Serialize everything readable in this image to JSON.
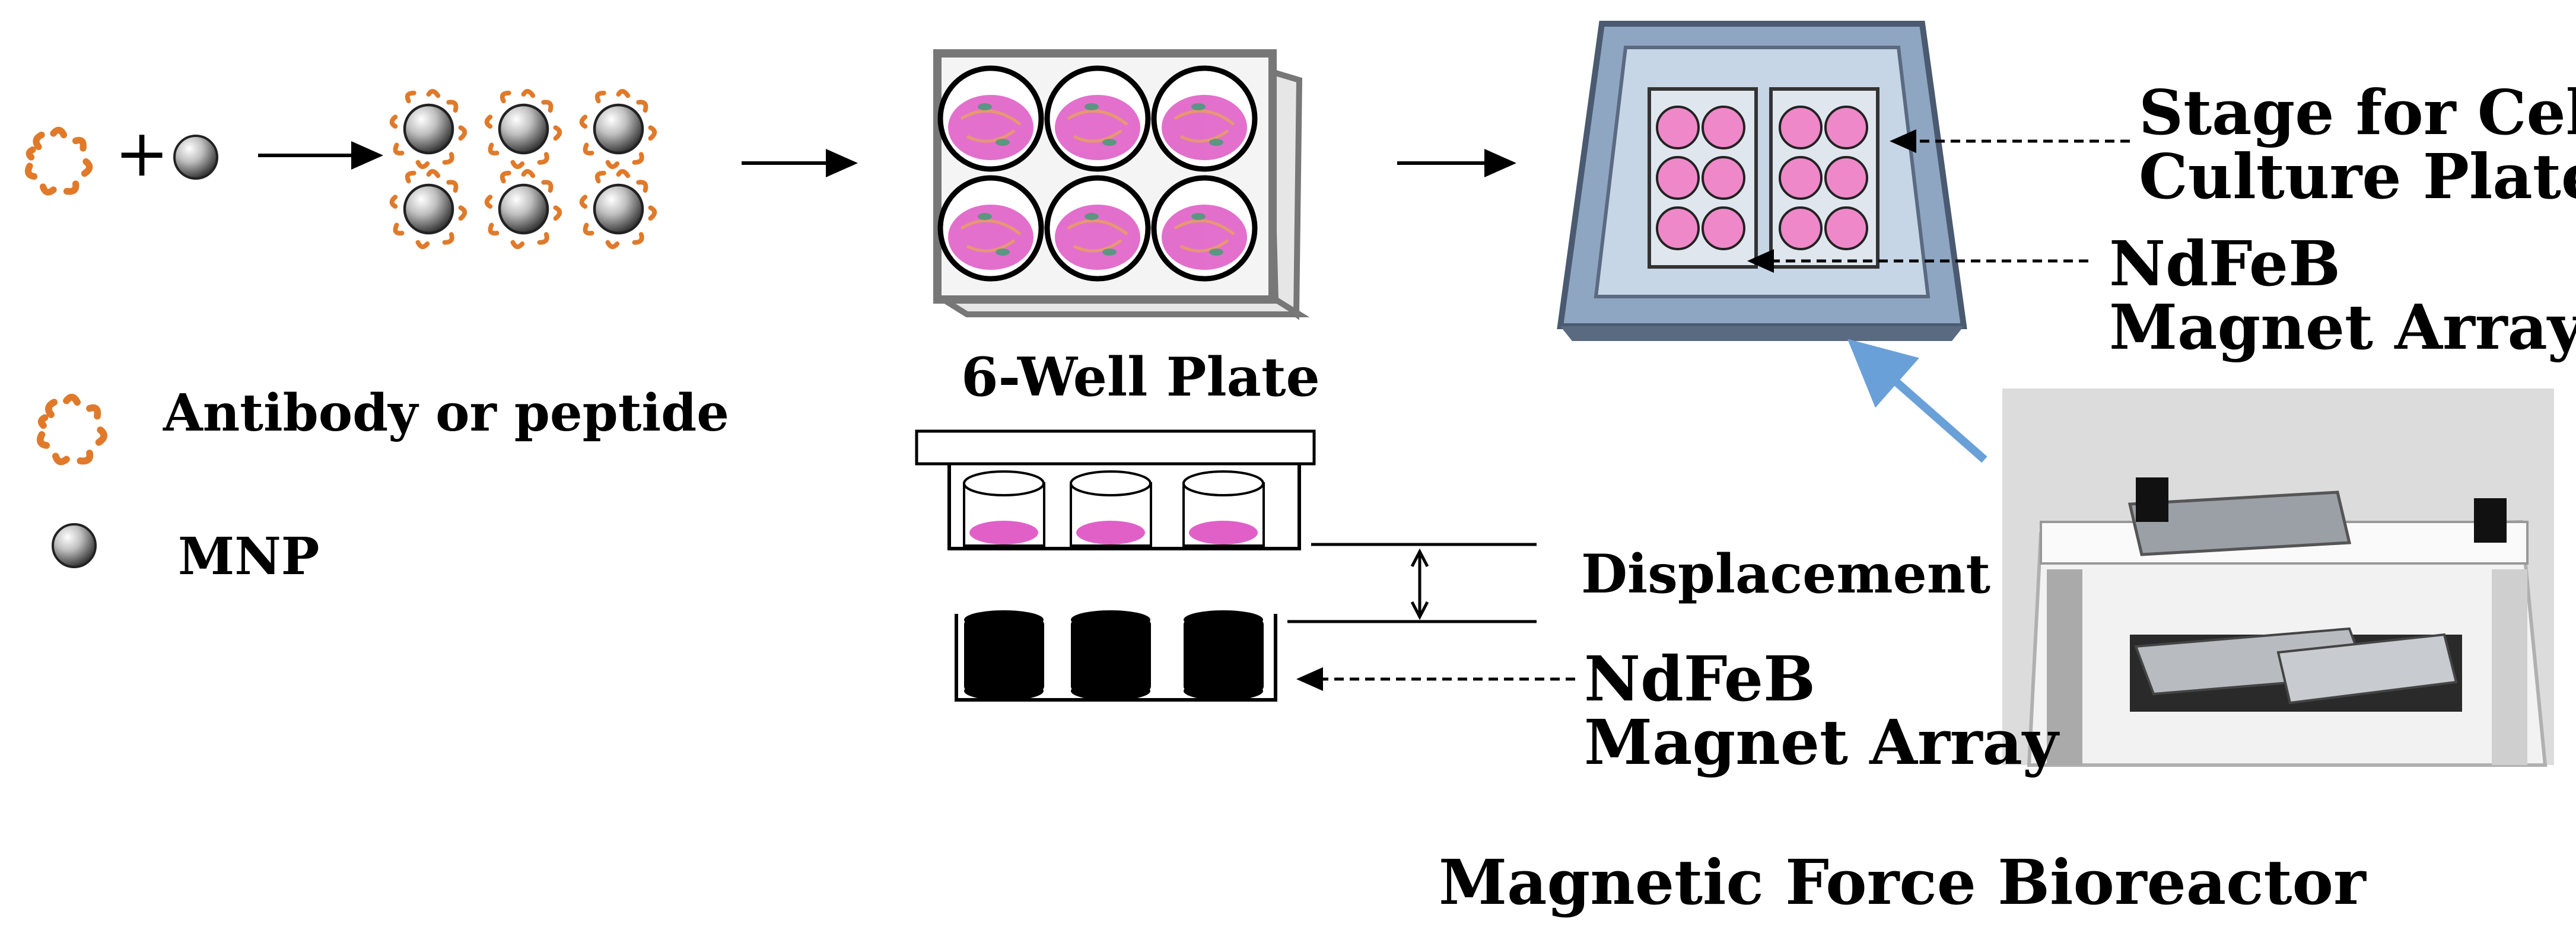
{
  "labels": {
    "plus": "+",
    "well_plate": "6-Well Plate",
    "antibody": "Antibody or peptide",
    "mnp": "MNP",
    "stage": [
      "Stage for Cell",
      "Culture Plate"
    ],
    "magnet_top": [
      "NdFeB",
      "Magnet Array"
    ],
    "displacement": "Displacement",
    "magnet_bottom": [
      "NdFeB",
      "Magnet Array"
    ],
    "bioreactor": "Magnetic Force Bioreactor"
  },
  "colors": {
    "antibody": "#e07a2a",
    "cell_media": "#e060c8",
    "arrow_blue": "#6aa0d8",
    "magnet": "#000000",
    "outline": "#000000"
  },
  "icons": [
    "antibody-icon",
    "mnp-icon",
    "arrow-icon",
    "magnet-icon"
  ]
}
